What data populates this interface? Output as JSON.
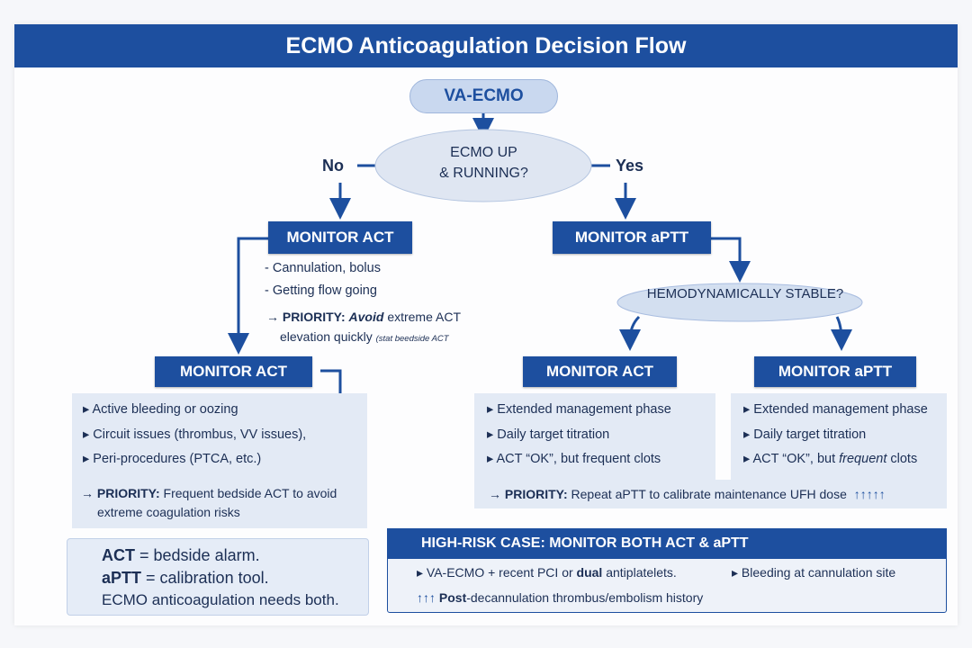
{
  "title": "ECMO Anticoagulation Decision Flow",
  "start": "VA-ECMO",
  "decision": {
    "line1": "ECMO UP",
    "line2": "& RUNNING?",
    "no": "No",
    "yes": "Yes"
  },
  "left_branch": {
    "header": "MONITOR ACT",
    "bullets": [
      "- Cannulation, bolus",
      "- Getting flow going"
    ],
    "priority_prefix": "→ PRIORITY:",
    "priority_em": "Avoid",
    "priority_rest": "extreme ACT",
    "priority_line2": "elevation quickly",
    "priority_note": "(stat beedside ACT"
  },
  "left_sub": {
    "header": "MONITOR ACT",
    "bullets": [
      "▸ Active bleeding or oozing",
      "▸ Circuit issues (thrombus, VV issues),",
      "▸ Peri-procedures (PTCA, etc.)"
    ],
    "priority_prefix": "→ PRIORITY:",
    "priority_rest": "Frequent bedside ACT to avoid",
    "priority_line2": "extreme coagulation risks"
  },
  "right_branch": {
    "header": "MONITOR aPTT",
    "question": "HEMODYNAMICALLY STABLE?"
  },
  "mid_sub": {
    "header": "MONITOR ACT",
    "bullets": [
      "▸ Extended management phase",
      "▸ Daily target titration",
      "▸ ACT “OK”, but frequent clots"
    ]
  },
  "right_sub": {
    "header": "MONITOR aPTT",
    "bullets": [
      "▸ Extended management phase",
      "▸ Daily target titration",
      "▸ ACT “OK”, but"
    ],
    "bullet3_em": "frequent",
    "bullet3_rest": "clots"
  },
  "shared_priority": {
    "prefix": "→ PRIORITY:",
    "rest": "Repeat aPTT to calibrate maintenance UFH dose",
    "arrows": "↑↑↑↑↑"
  },
  "summary": {
    "line1_key": "ACT",
    "line1_rest": " = bedside alarm.",
    "line2_key": "aPTT",
    "line2_rest": " = calibration tool.",
    "line3": "ECMO anticoagulation needs both."
  },
  "high_risk": {
    "title": "HIGH-RISK CASE: MONITOR BOTH ACT & aPTT",
    "item1_pre": "▸ VA-ECMO + recent PCI or",
    "item1_em": "dual",
    "item1_post": "antiplatelets.",
    "item2": "▸ Bleeding at cannulation site",
    "item3_arrows": "↑↑↑",
    "item3_em": "Post",
    "item3_rest": "-decannulation thrombus/embolism history"
  },
  "colors": {
    "brand": "#1d4f9f",
    "light_fill": "#e3eaf5",
    "pill_fill": "#c9d8ef",
    "text": "#1c2f55"
  }
}
